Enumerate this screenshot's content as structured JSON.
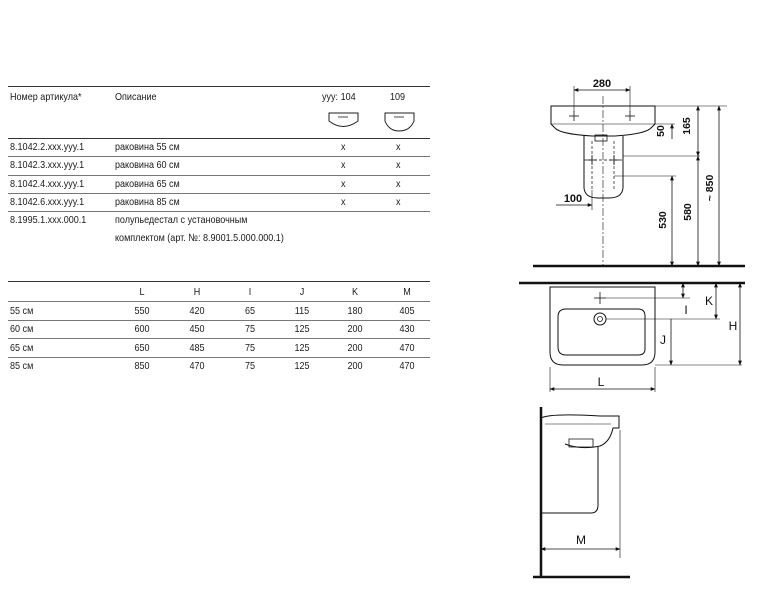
{
  "articles": {
    "headers": {
      "article": "Номер артикула*",
      "description": "Описание",
      "col1": "yyy: 104",
      "col2": "109"
    },
    "rows": [
      {
        "article": "8.1042.2.xxx.yyy.1",
        "description": "раковина 55 см",
        "c1": "x",
        "c2": "x"
      },
      {
        "article": "8.1042.3.xxx.yyy.1",
        "description": "раковина 60 см",
        "c1": "x",
        "c2": "x"
      },
      {
        "article": "8.1042.4.xxx.yyy.1",
        "description": "раковина 65 см",
        "c1": "x",
        "c2": "x"
      },
      {
        "article": "8.1042.6.xxx.yyy.1",
        "description": "раковина 85 см",
        "c1": "x",
        "c2": "x"
      }
    ],
    "pedestal": {
      "article": "8.1995.1.xxx.000.1",
      "line1": "полупьедестал с установочным",
      "line2": "комплектом (арт. №:  8.9001.5.000.000.1)"
    }
  },
  "dimensions": {
    "headers": [
      "L",
      "H",
      "I",
      "J",
      "K",
      "M"
    ],
    "rows": [
      {
        "size": "55 см",
        "vals": [
          "550",
          "420",
          "65",
          "115",
          "180",
          "405"
        ]
      },
      {
        "size": "60 см",
        "vals": [
          "600",
          "450",
          "75",
          "125",
          "200",
          "430"
        ]
      },
      {
        "size": "65 см",
        "vals": [
          "650",
          "485",
          "75",
          "125",
          "200",
          "470"
        ]
      },
      {
        "size": "85 см",
        "vals": [
          "850",
          "470",
          "75",
          "125",
          "200",
          "470"
        ]
      }
    ]
  },
  "drawing": {
    "front": {
      "d280": "280",
      "d50": "50",
      "d165": "165",
      "d100": "100",
      "d530": "530",
      "d580": "580",
      "d850": "~ 850"
    },
    "top": {
      "k": "K",
      "i": "I",
      "j": "J",
      "h": "H",
      "l": "L"
    },
    "side": {
      "m": "M"
    }
  }
}
